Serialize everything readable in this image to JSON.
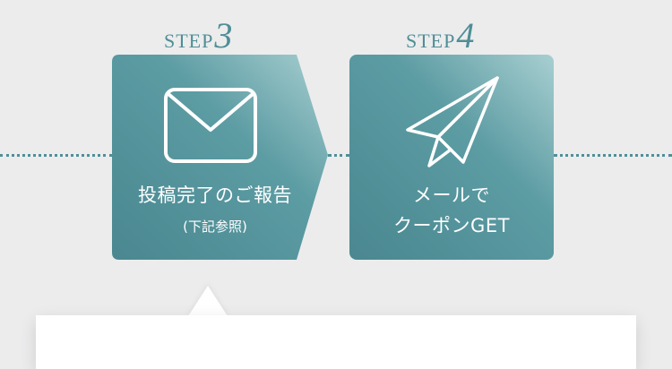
{
  "colors": {
    "background": "#ececed",
    "accent": "#4f8f97",
    "card_gradient_start": "#4a8790",
    "card_gradient_end": "#a8cfd1",
    "text_on_card": "#ffffff",
    "panel": "#ffffff"
  },
  "steps": [
    {
      "word": "STEP",
      "number": "3",
      "icon": "envelope-icon",
      "title": "投稿完了のご報告",
      "subtitle": "(下記参照)"
    },
    {
      "word": "STEP",
      "number": "4",
      "icon": "paper-plane-icon",
      "title_line1": "メールで",
      "title_line2": "クーポンGET"
    }
  ]
}
